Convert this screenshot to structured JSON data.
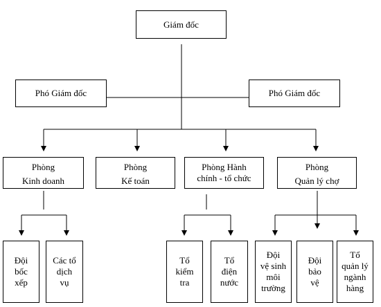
{
  "org": {
    "director": "Giám đốc",
    "deputies": [
      "Phó Giám đốc",
      "Phó Giám đốc"
    ],
    "departments": [
      {
        "line1": "Phòng",
        "line2": "Kinh doanh"
      },
      {
        "line1": "Phòng",
        "line2": "Kế toán"
      },
      {
        "line1": "Phòng Hành",
        "line2": "chính - tổ chức"
      },
      {
        "line1": "Phòng",
        "line2": "Quản lý chợ"
      }
    ],
    "teams": [
      {
        "lines": [
          "Đội",
          "bốc",
          "xếp"
        ]
      },
      {
        "lines": [
          "Các tổ",
          "dịch",
          "vụ"
        ]
      },
      {
        "lines": [
          "Tổ",
          "kiểm",
          "tra"
        ]
      },
      {
        "lines": [
          "Tổ",
          "điện",
          "nước"
        ]
      },
      {
        "lines": [
          "Đội",
          "vệ sinh",
          "môi",
          "trường"
        ]
      },
      {
        "lines": [
          "Đội",
          "bảo",
          "vệ"
        ]
      },
      {
        "lines": [
          "Tổ",
          "quản lý",
          "ngành",
          "hàng"
        ]
      }
    ]
  }
}
